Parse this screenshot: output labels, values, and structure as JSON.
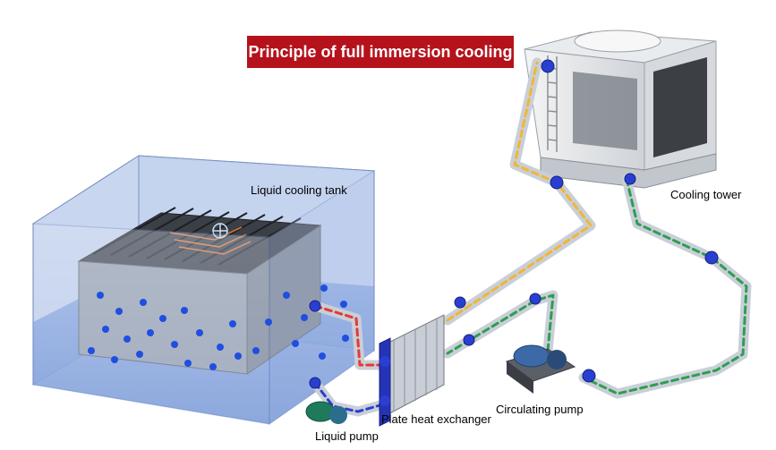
{
  "title": "Principle of full immersion cooling",
  "labels": {
    "tank": "Liquid cooling tank",
    "tower": "Cooling tower",
    "exchanger": "Plate heat exchanger",
    "circ_pump": "Circulating pump",
    "liquid_pump": "Liquid pump"
  },
  "colors": {
    "title_bg": "#b5121b",
    "hot_coolant": "#e53935",
    "warm_water": "#f2b632",
    "cool_water": "#2e9e4f",
    "pipe": "#c9cfd8",
    "fitting": "#2a3fd1",
    "tank_glass": "#9fb4dd",
    "liquid": "#6f94d6",
    "bubble": "#1f4fe0"
  },
  "icons": [
    "valve-icon",
    "pump-icon",
    "fan-icon"
  ]
}
